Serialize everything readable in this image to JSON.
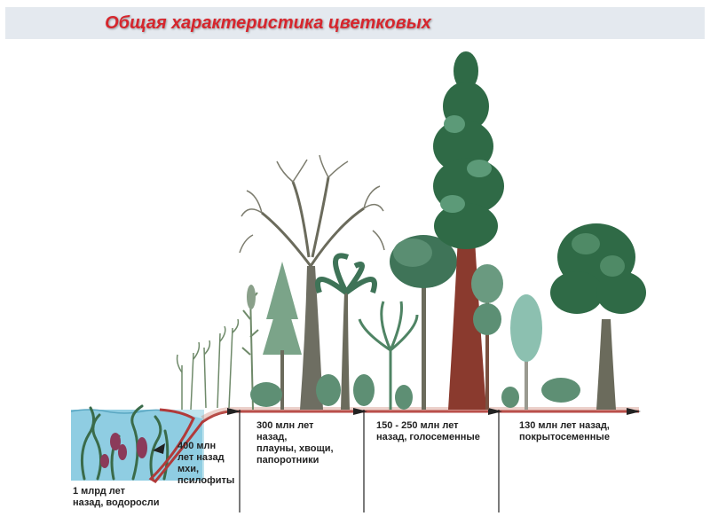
{
  "title": "Общая характеристика цветковых",
  "eras": [
    {
      "label": "1 млрд лет\nназад, водоросли"
    },
    {
      "label": "400 млн\nлет назад\nмхи,\nпсилофиты"
    },
    {
      "label": "300 млн лет\nназад,\nплауны, хвощи,\nпапоротники"
    },
    {
      "label": "150 - 250 млн лет\nназад, голосеменные"
    },
    {
      "label": "130 млн лет назад,\nпокрытосеменные"
    }
  ],
  "colors": {
    "title": "#d6262d",
    "ground": "#b13a3a",
    "water": "#7ec4dc",
    "foliage_dark": "#2f6a46",
    "foliage_light": "#6fa98c",
    "trunk": "#6b6b5c",
    "redwood_trunk": "#8a3a2e"
  }
}
